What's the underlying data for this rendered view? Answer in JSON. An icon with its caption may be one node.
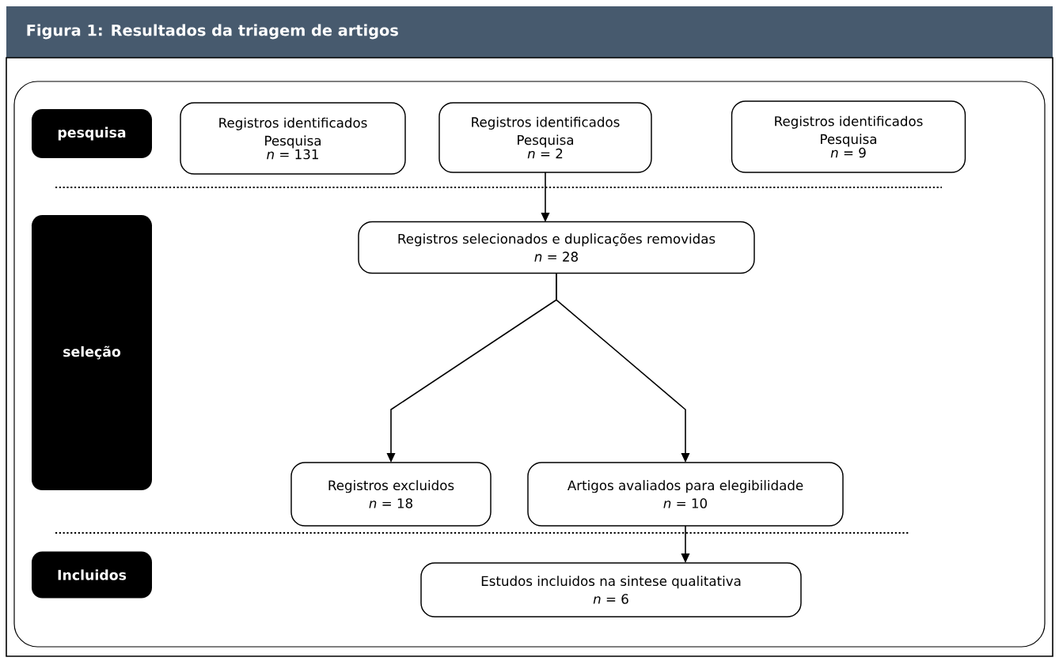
{
  "diagram": {
    "title": "Figura 1: Resultados da triagem de artigos",
    "nodes": [
      {
        "text": [
          "pesquisa"
        ]
      },
      {
        "text": [
          "Registros identificados Pesquisa",
          "*n* = 131"
        ]
      },
      {
        "text": [
          "Registros identificados Pesquisa",
          "*n* = 2"
        ]
      },
      {
        "text": [
          "Registros identificados Pesquisa",
          "*n* = 9"
        ]
      },
      {
        "text": [
          "seleção"
        ]
      },
      {
        "text": [
          "Registros selecionados e duplicações removidas",
          "*n* = 28"
        ]
      },
      {
        "text": [
          "Registros excluidos",
          "*n* = 18"
        ]
      },
      {
        "text": [
          "Artigos avaliados para elegibilidade",
          "*n* = 10"
        ]
      },
      {
        "text": [
          "Incluidos"
        ]
      },
      {
        "text": [
          "Estudos incluidos na sintese qualitativa",
          "*n* = 6"
        ]
      }
    ],
    "edges": [
      {
        "from": 2,
        "to": 5,
        "arrow": "to"
      },
      {
        "from": 5,
        "to": 6,
        "arrow": "to"
      },
      {
        "from": 5,
        "to": 7,
        "arrow": "to"
      },
      {
        "from": 7,
        "to": 9,
        "arrow": "to"
      }
    ]
  }
}
